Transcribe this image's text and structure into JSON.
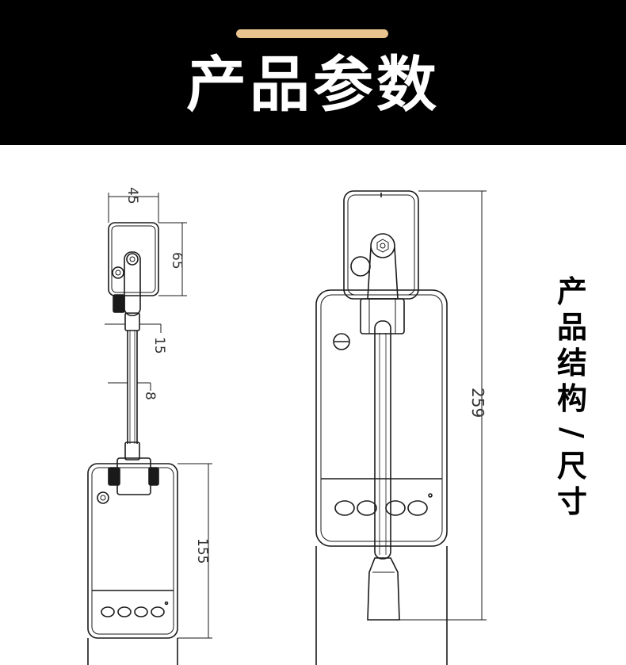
{
  "header": {
    "title": "产品参数",
    "background_color": "#000000",
    "accent_color": "#e9c48e"
  },
  "side_label": {
    "top": "产品结构",
    "slash": "/",
    "bottom": "尺寸"
  },
  "dimensions": {
    "head_width": "45",
    "head_height": "65",
    "arm_width": "15",
    "rod_width": "8",
    "body_height": "155",
    "total_height": "259"
  },
  "line_color": "#1a1a1a"
}
